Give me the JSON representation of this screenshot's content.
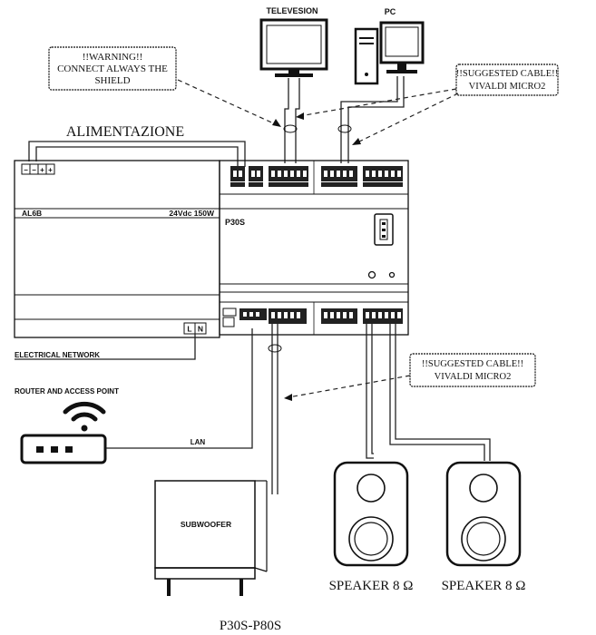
{
  "labels": {
    "television": "TELEVESION",
    "pc": "PC",
    "warning_line1": "!!WARNING!!",
    "warning_line2": "CONNECT ALWAYS THE",
    "warning_line3": "SHIELD",
    "cable_top_line1": "!!SUGGESTED CABLE!!",
    "cable_top_line2": "VIVALDI MICRO2",
    "cable_bottom_line1": "!!SUGGESTED CABLE!!",
    "cable_bottom_line2": "VIVALDI MICRO2",
    "alimentazione": "ALIMENTAZIONE",
    "psu_model": "AL6B",
    "psu_rating": "24Vdc 150W",
    "amp_model": "P30S",
    "terminal_l": "L",
    "terminal_n": "N",
    "electrical_network": "ELECTRICAL NETWORK",
    "router": "ROUTER AND ACCESS POINT",
    "lan": "LAN",
    "subwoofer": "SUBWOOFER",
    "speaker_left": "SPEAKER 8 Ω",
    "speaker_right": "SPEAKER 8 Ω",
    "footer_model": "P30S-P80S"
  },
  "icons": {
    "power_terminals": [
      "−",
      "−",
      "+",
      "+"
    ]
  },
  "colors": {
    "line": "#111111",
    "device_fill": "#ffffff",
    "terminal_fill": "#222222"
  }
}
